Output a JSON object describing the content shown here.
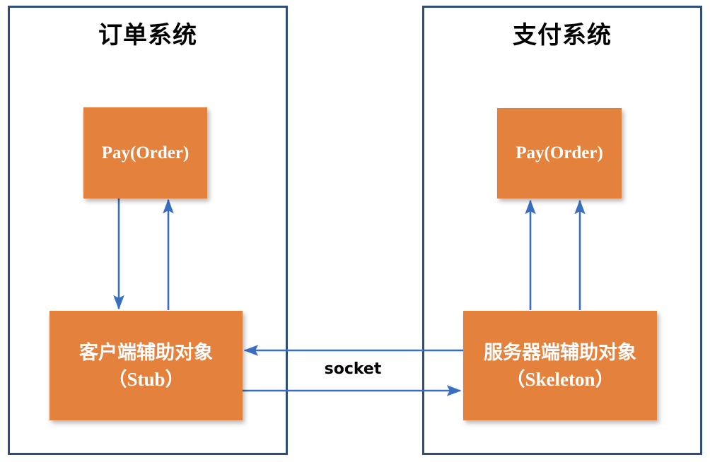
{
  "diagram": {
    "title": "RPC Stub / Skeleton communication diagram",
    "colors": {
      "panel_border": "#2e4d7b",
      "node_fill": "#e4813c",
      "node_text": "#ffffff",
      "arrow": "#3a6fbf",
      "background": "#ffffff",
      "label_text": "#000000"
    }
  },
  "panels": [
    {
      "id": "order-system",
      "title": "订单系统",
      "nodes": [
        {
          "id": "pay-left",
          "label": "Pay(Order)"
        },
        {
          "id": "stub",
          "label": "客户端辅助对象\n（Stub）"
        }
      ]
    },
    {
      "id": "pay-system",
      "title": "支付系统",
      "nodes": [
        {
          "id": "pay-right",
          "label": "Pay(Order)"
        },
        {
          "id": "skeleton",
          "label": "服务器端辅助对象\n（Skeleton）"
        }
      ]
    }
  ],
  "connectors": {
    "socket_label": "socket",
    "edges": [
      {
        "id": "pay-left-to-stub",
        "from": "pay-left",
        "to": "stub",
        "direction": "down",
        "arrowhead": "end"
      },
      {
        "id": "stub-to-pay-left",
        "from": "stub",
        "to": "pay-left",
        "direction": "up",
        "arrowhead": "end"
      },
      {
        "id": "skeleton-to-pay-right-a",
        "from": "skeleton",
        "to": "pay-right",
        "direction": "up",
        "arrowhead": "end"
      },
      {
        "id": "skeleton-to-pay-right-b",
        "from": "skeleton",
        "to": "pay-right",
        "direction": "up",
        "arrowhead": "end"
      },
      {
        "id": "skeleton-to-stub",
        "from": "skeleton",
        "to": "stub",
        "direction": "left",
        "arrowhead": "end",
        "label": "socket"
      },
      {
        "id": "stub-to-skeleton",
        "from": "stub",
        "to": "skeleton",
        "direction": "right",
        "arrowhead": "end",
        "label": "socket"
      }
    ]
  }
}
